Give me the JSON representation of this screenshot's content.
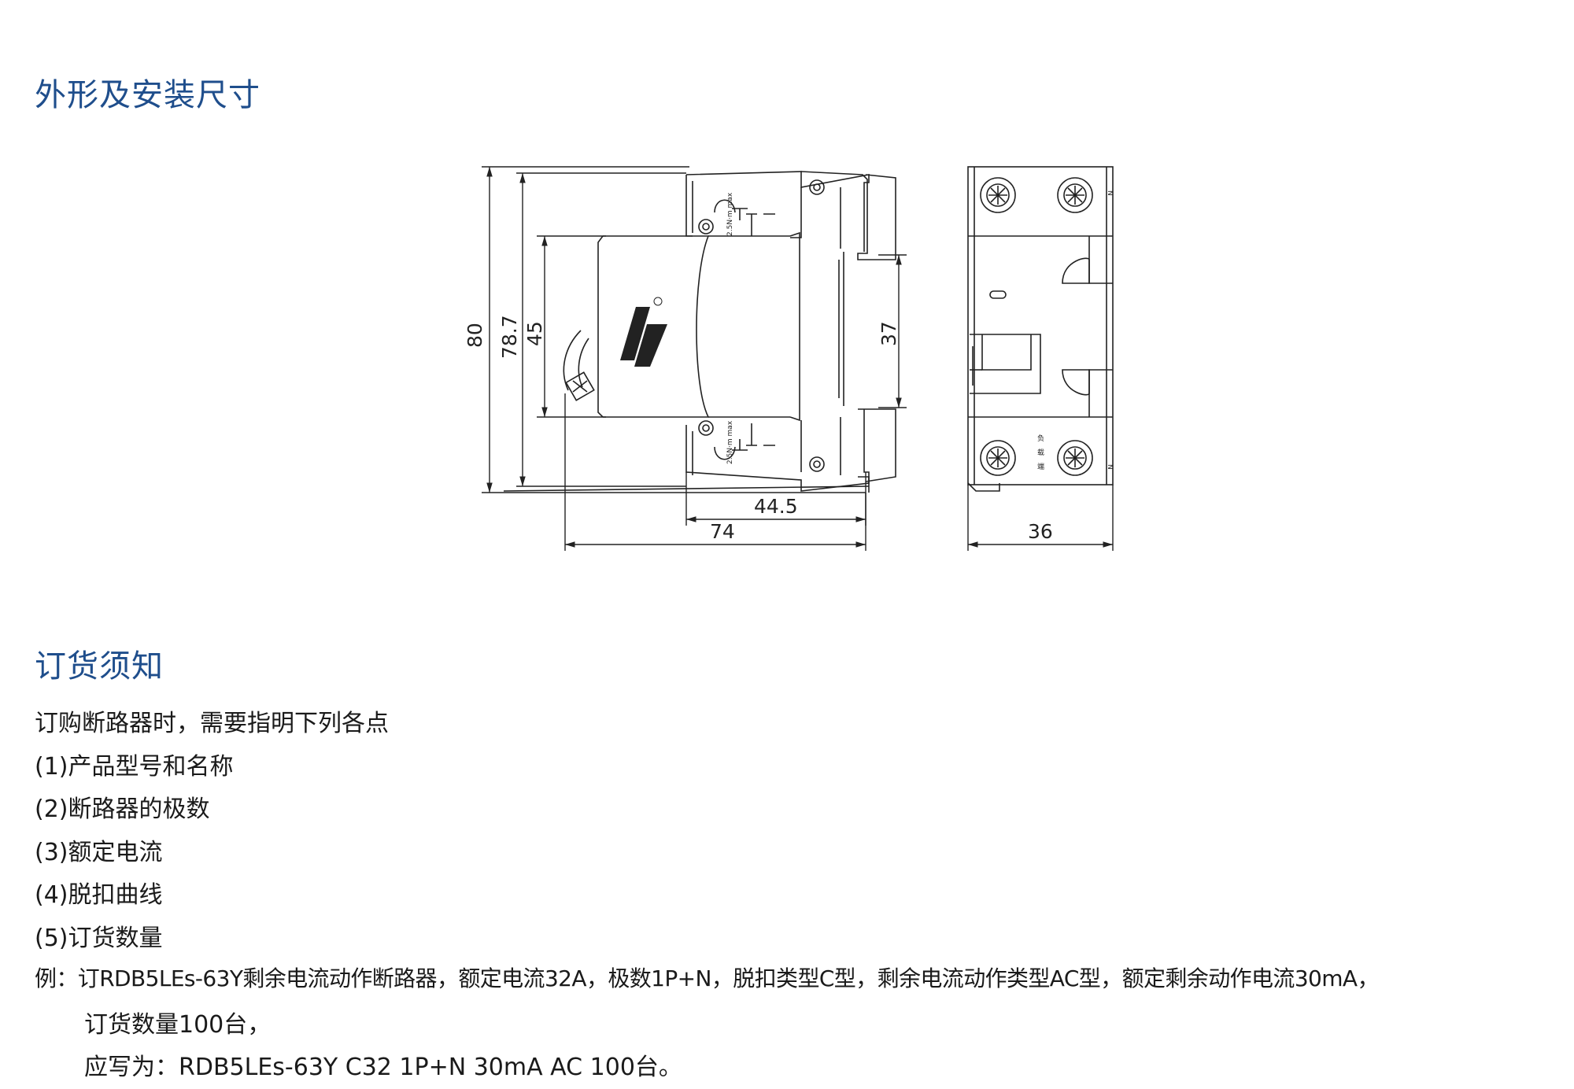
{
  "headings": {
    "dimensions": "外形及安装尺寸",
    "ordering": "订货须知"
  },
  "drawing": {
    "dims": {
      "d80": "80",
      "d787": "78.7",
      "d45": "45",
      "d37": "37",
      "d445": "44.5",
      "d74": "74",
      "d36": "36"
    },
    "side_labels": {
      "n_top": "N",
      "n_bottom": "N",
      "load_1": "负",
      "load_2": "载",
      "load_3": "端",
      "torque_top": "2.5N·m max",
      "torque_bottom": "2.5N·m max"
    }
  },
  "ordering": {
    "intro": "订购断路器时，需要指明下列各点",
    "items": [
      "(1)产品型号和名称",
      "(2)断路器的极数",
      "(3)额定电流",
      "(4)脱扣曲线",
      "(5)订货数量"
    ],
    "example_line1": "例：订RDB5LEs-63Y剩余电流动作断路器，额定电流32A，极数1P+N，脱扣类型C型，剩余电流动作类型AC型，额定剩余动作电流30mA，",
    "example_line2": "订货数量100台，",
    "example_line3": "应写为：RDB5LEs-63Y  C32  1P+N  30mA  AC  100台。"
  }
}
